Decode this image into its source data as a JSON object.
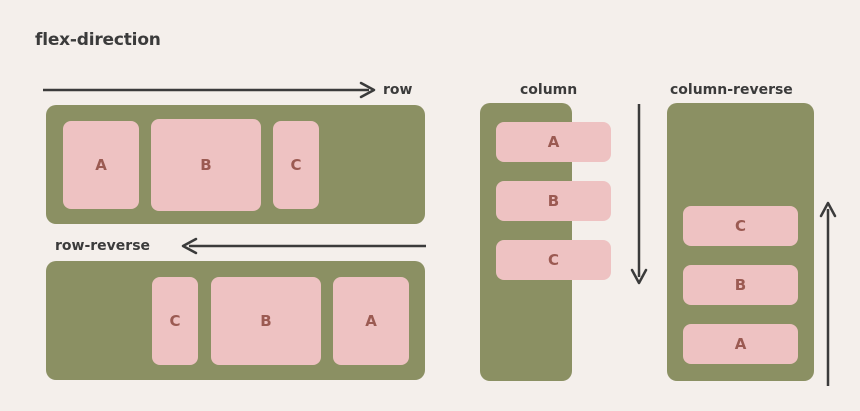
{
  "title": "flex-direction",
  "colors": {
    "background": "#f4efeb",
    "container": "#8b9063",
    "item": "#eec2c2",
    "item_label": "#9b5a52",
    "text": "#3b3b3b",
    "arrow": "#3b3b3b"
  },
  "panels": [
    {
      "id": "row",
      "label": "row",
      "arrow_direction": "right",
      "items": [
        {
          "label": "A"
        },
        {
          "label": "B"
        },
        {
          "label": "C"
        }
      ]
    },
    {
      "id": "row-reverse",
      "label": "row-reverse",
      "arrow_direction": "left",
      "items": [
        {
          "label": "C"
        },
        {
          "label": "B"
        },
        {
          "label": "A"
        }
      ]
    },
    {
      "id": "column",
      "label": "column",
      "arrow_direction": "down",
      "items": [
        {
          "label": "A"
        },
        {
          "label": "B"
        },
        {
          "label": "C"
        }
      ]
    },
    {
      "id": "column-reverse",
      "label": "column-reverse",
      "arrow_direction": "up",
      "items": [
        {
          "label": "C"
        },
        {
          "label": "B"
        },
        {
          "label": "A"
        }
      ]
    }
  ]
}
